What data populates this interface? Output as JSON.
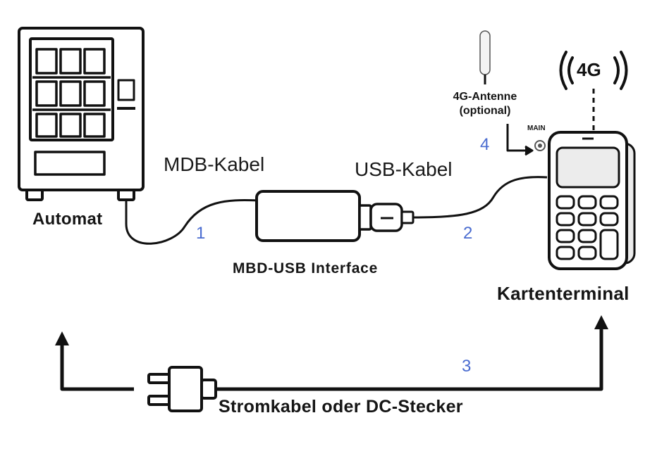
{
  "labels": {
    "automat": "Automat",
    "mdb_cable": "MDB-Kabel",
    "usb_cable": "USB-Kabel",
    "interface": "MBD-USB Interface",
    "antenna_line1": "4G-Antenne",
    "antenna_line2": "(optional)",
    "main_port": "MAIN",
    "signal": "4G",
    "terminal": "Kartenterminal",
    "power": "Stromkabel oder DC-Stecker"
  },
  "steps": {
    "step1": "1",
    "step2": "2",
    "step3": "3",
    "step4": "4"
  },
  "colors": {
    "line": "#111111",
    "step_number": "#4a6cd0",
    "background": "#ffffff"
  }
}
